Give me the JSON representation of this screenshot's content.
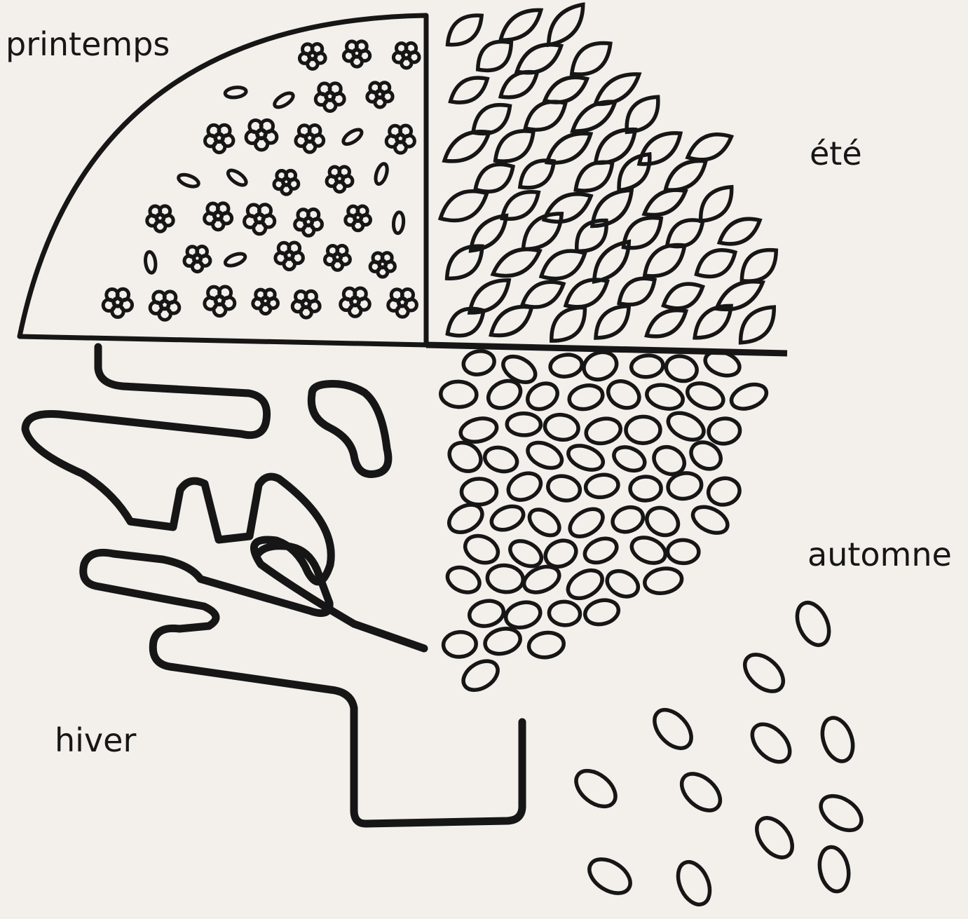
{
  "labels": {
    "spring": "printemps",
    "summer": "été",
    "autumn": "automne",
    "winter": "hiver"
  },
  "colors": {
    "paper": "#f3efeb",
    "ink": "#161616"
  }
}
